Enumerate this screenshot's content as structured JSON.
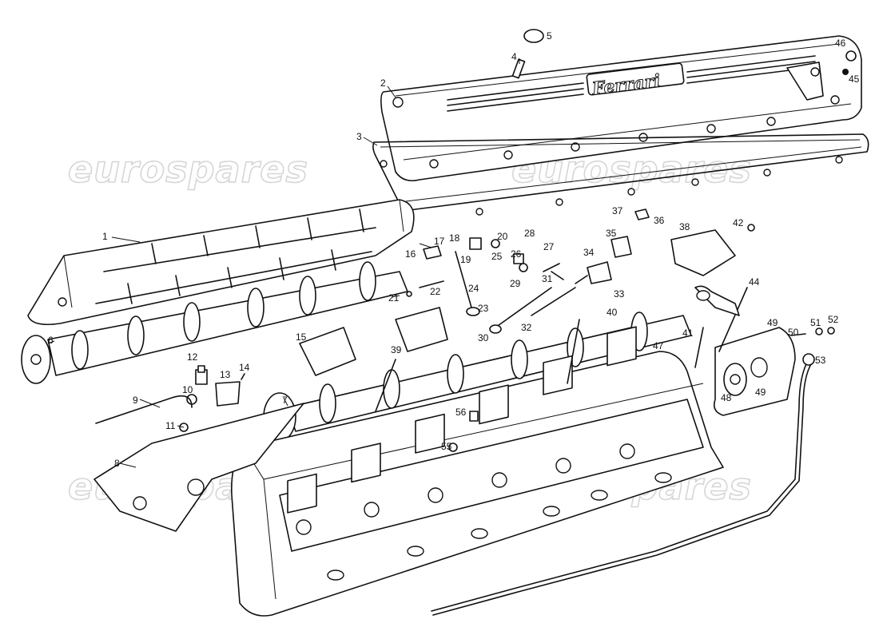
{
  "watermark": "eurospares",
  "brand_logo": "Ferrari",
  "part_numbers": [
    "1",
    "2",
    "3",
    "4",
    "5",
    "6",
    "7",
    "8",
    "9",
    "10",
    "11",
    "12",
    "13",
    "14",
    "15",
    "16",
    "17",
    "18",
    "19",
    "20",
    "21",
    "22",
    "23",
    "24",
    "25",
    "26",
    "27",
    "28",
    "29",
    "30",
    "31",
    "32",
    "33",
    "34",
    "35",
    "36",
    "37",
    "38",
    "39",
    "40",
    "41",
    "42",
    "44",
    "45",
    "46",
    "47",
    "48",
    "49",
    "49",
    "50",
    "51",
    "52",
    "53",
    "55",
    "56"
  ]
}
